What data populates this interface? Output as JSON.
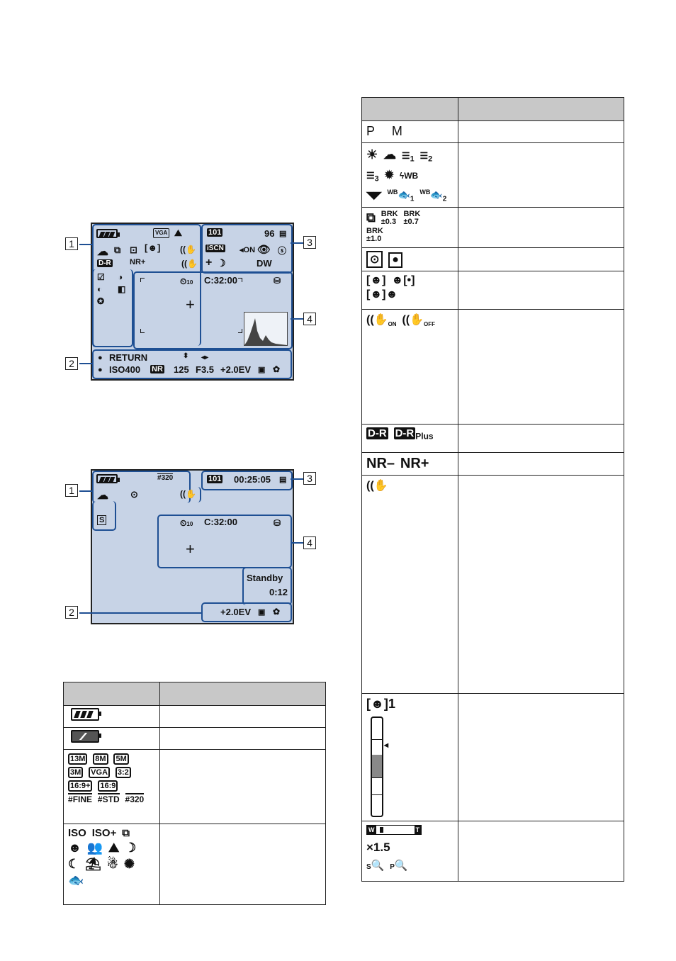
{
  "diagram1": {
    "callouts": [
      "1",
      "2",
      "3",
      "4"
    ],
    "battery": "battery-icon",
    "image_size": "VGA",
    "folder": "101",
    "remaining_images": "96",
    "dro": "D-R",
    "nr": "NR+",
    "self_timer": "10",
    "time_remaining": "C:32:00",
    "return_label": "RETURN",
    "iso": "ISO400",
    "nr_box": "NR",
    "shutter": "125",
    "aperture": "F3.5",
    "ev": "+2.0EV"
  },
  "diagram2": {
    "callouts": [
      "1",
      "2",
      "3",
      "4"
    ],
    "quality": "320",
    "folder": "101",
    "recording_time": "00:25:05",
    "self_timer": "10",
    "time_remaining": "C:32:00",
    "standby": "Standby",
    "elapsed": "0:12",
    "ev": "+2.0EV"
  },
  "table_left": {
    "rows": [
      {
        "icons": [
          "battery-icon"
        ]
      },
      {
        "icons": [
          "battery-empty-icon"
        ]
      },
      {
        "icons": [
          "13M",
          "8M",
          "5M",
          "3M",
          "VGA",
          "3:2",
          "16:9+",
          "16:9",
          "FINE",
          "STD",
          "320"
        ]
      },
      {
        "icons": [
          "ISO",
          "ISO+",
          "sun-face-icon",
          "portrait-icon",
          "landscape-icon",
          "night-portrait-icon",
          "moon-icon",
          "beach-icon",
          "snow-icon",
          "fireworks-icon",
          "fish-icon"
        ]
      }
    ]
  },
  "table_right": {
    "rows": [
      {
        "icons": [
          "P",
          "M"
        ]
      },
      {
        "icons": [
          "sun-icon",
          "cloud-icon",
          "fluor-1",
          "fluor-2",
          "fluor-3",
          "bulb-icon",
          "flash-wb-icon",
          "underwater-wb-icon"
        ],
        "wb_labels": [
          "WB",
          "WB"
        ],
        "wb_subs": [
          "1",
          "2"
        ]
      },
      {
        "icons": [
          "burst-icon"
        ],
        "brk": [
          "BRK\n±0.3",
          "BRK\n±0.7",
          "BRK\n±1.0"
        ]
      },
      {
        "icons": [
          "multi-metering-icon",
          "spot-metering-icon"
        ]
      },
      {
        "icons": [
          "face-detect-icon",
          "face-detect-child-icon",
          "face-detect-adult-icon"
        ]
      },
      {
        "icons": [
          "steadyshot-on-icon",
          "steadyshot-off-icon"
        ],
        "labels": [
          "ON",
          "OFF"
        ]
      },
      {
        "icons": [
          "dro-icon",
          "dro-plus-icon"
        ],
        "dro": [
          "D-R",
          "D-R"
        ],
        "plus": "Plus"
      },
      {
        "nr": [
          "NR–",
          "NR+"
        ]
      },
      {
        "icons": [
          "shake-warning-icon"
        ]
      },
      {
        "smile": "1"
      },
      {
        "zoom_w": "W",
        "zoom_t": "T",
        "zoom": "×1.5",
        "s_label": "S",
        "p_label": "P"
      }
    ]
  }
}
